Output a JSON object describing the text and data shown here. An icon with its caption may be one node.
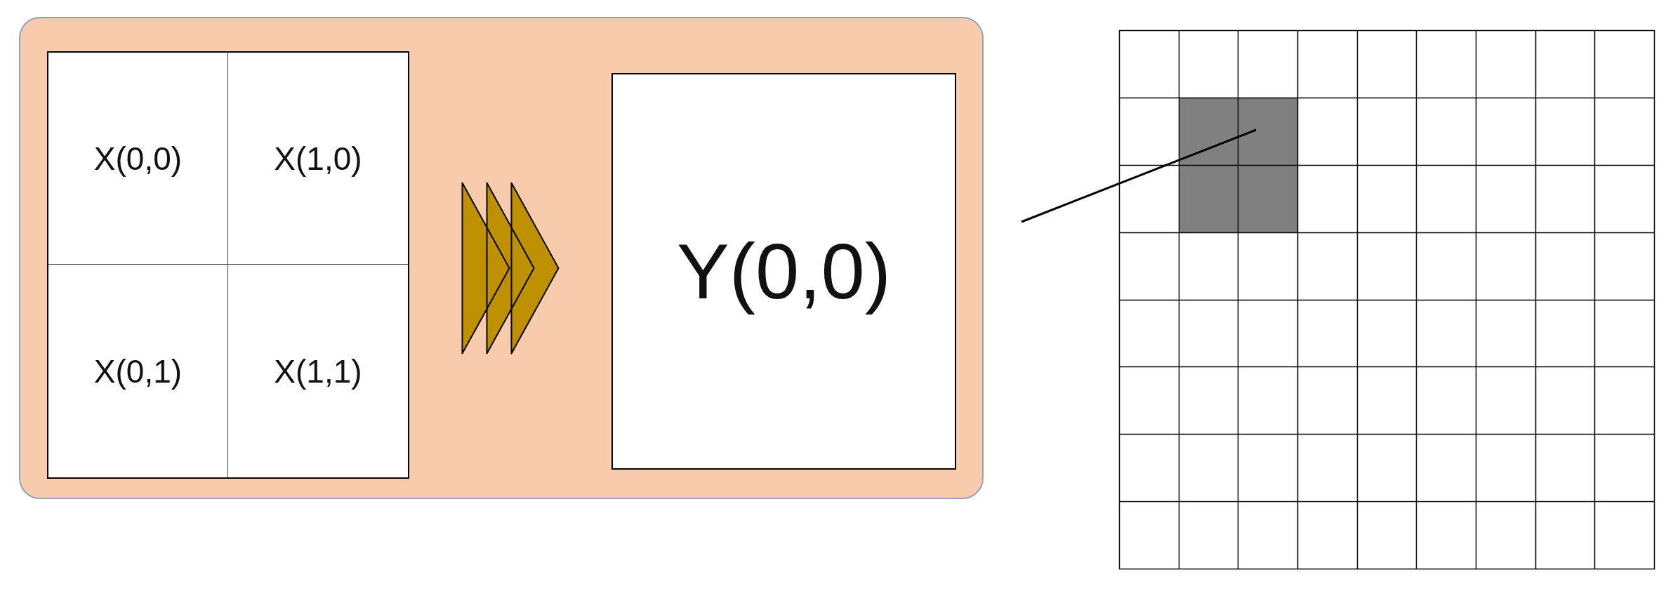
{
  "diagram": {
    "nodes": [
      {
        "text": [],
        "shape": "box"
      },
      {
        "text": [],
        "shape": "box",
        "in": 0
      },
      {
        "text": [
          "X(0,0)"
        ],
        "in": 1
      },
      {
        "text": [
          "X(1,0)"
        ],
        "in": 1
      },
      {
        "text": [
          "X(0,1)"
        ],
        "in": 1
      },
      {
        "text": [
          "X(1,1)"
        ],
        "in": 1
      },
      {
        "text": [
          "Y(0,0)"
        ],
        "in": 0
      },
      {
        "text": [],
        "shape": "grid"
      },
      {
        "text": [],
        "shape": "box",
        "in": 7
      }
    ],
    "edges": [
      {
        "from": 1,
        "to": 6,
        "arrow": "to"
      },
      {
        "from": null,
        "to": 8,
        "arrow": "none"
      }
    ]
  }
}
